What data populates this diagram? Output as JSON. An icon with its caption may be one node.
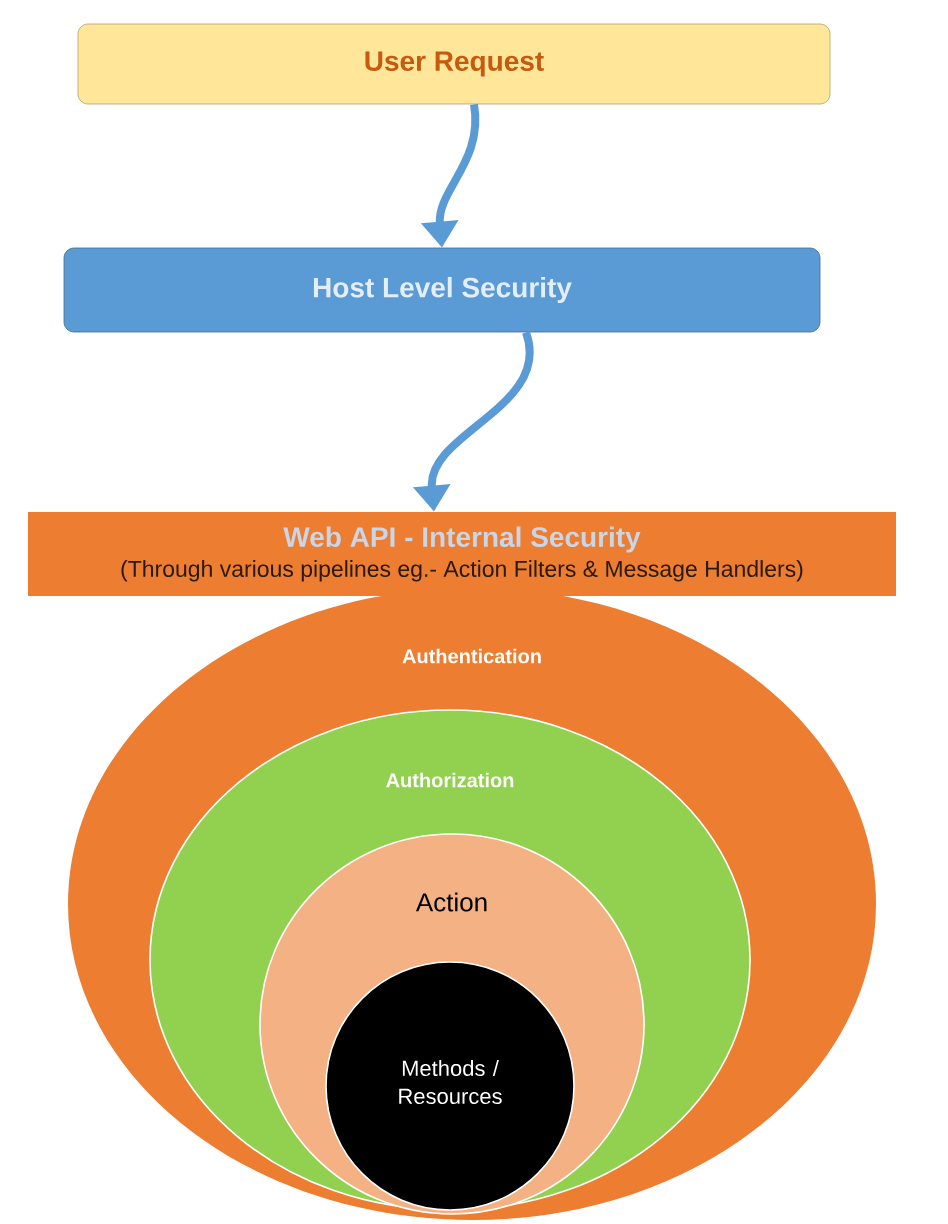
{
  "diagram": {
    "nodes": [
      {
        "text": [
          "User Request"
        ]
      },
      {
        "text": [
          "Host Level Security"
        ]
      },
      {
        "text": [
          "Web API - Internal Security",
          "(Through various pipelines eg.- Action Filters & Message Handlers)"
        ]
      },
      {
        "text": [
          "Authentication"
        ]
      },
      {
        "text": [
          "Authorization"
        ],
        "in": 3
      },
      {
        "text": [
          "Action"
        ],
        "in": 4
      },
      {
        "text": [
          "Methods / Resources"
        ],
        "in": 5
      }
    ],
    "edges": [
      {
        "from": 0,
        "to": 1,
        "arrow": "to"
      },
      {
        "from": 1,
        "to": 2,
        "arrow": "to"
      }
    ]
  }
}
